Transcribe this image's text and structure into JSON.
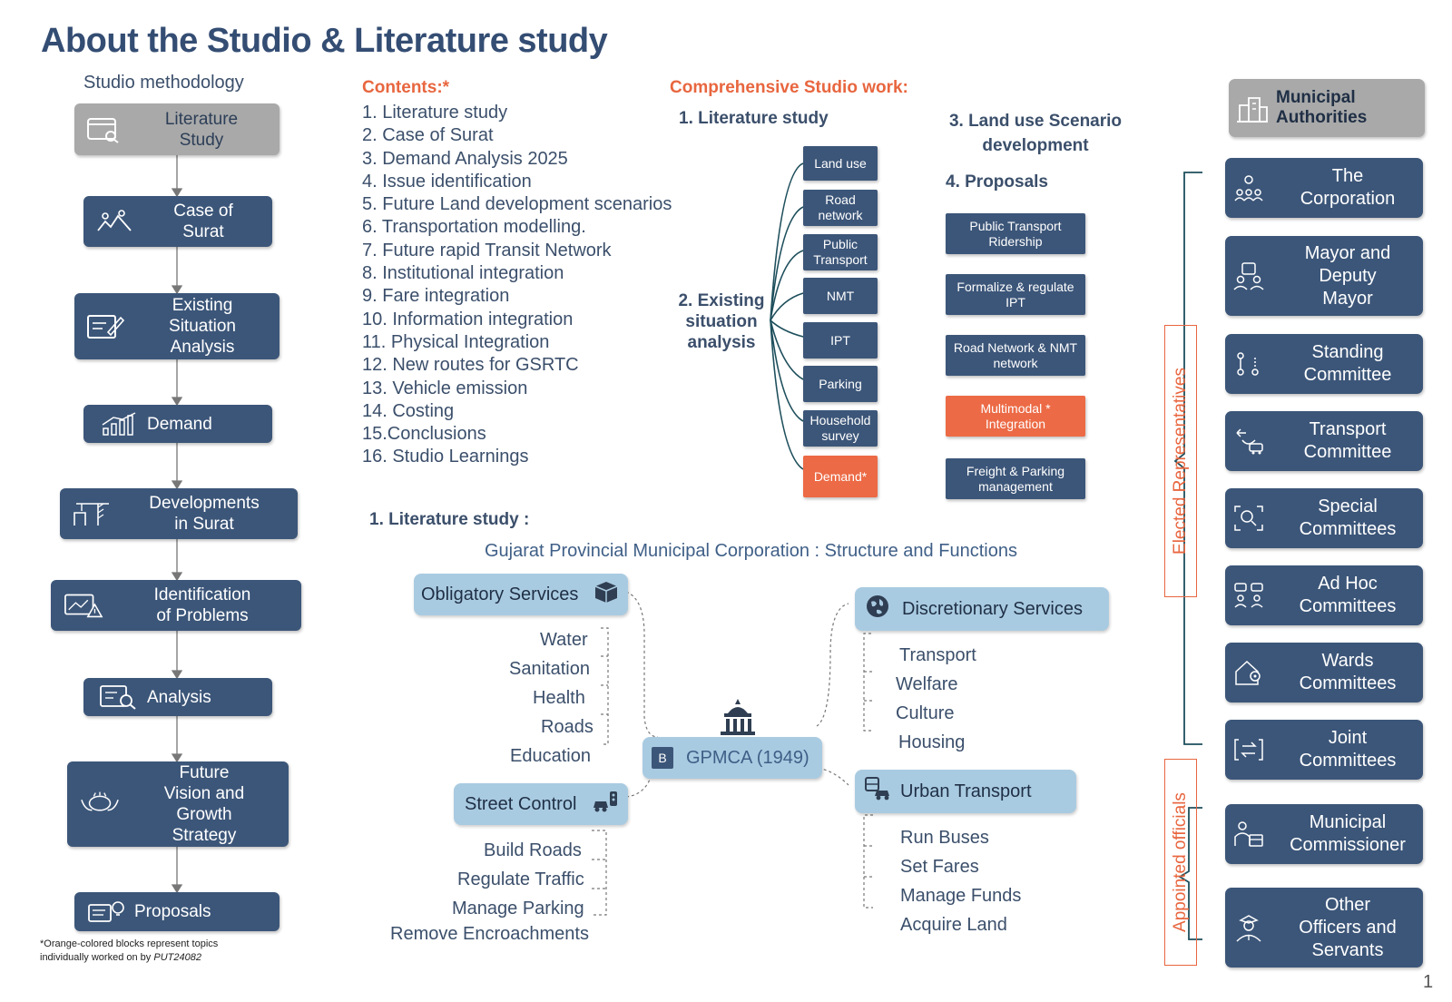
{
  "title": "About the Studio & Literature study",
  "methodology": {
    "heading": "Studio methodology",
    "steps": [
      {
        "label": "Literature\nStudy",
        "icon": "browser-search-icon"
      },
      {
        "label": "Case of\nSurat",
        "icon": "map-people-icon"
      },
      {
        "label": "Existing\nSituation\nAnalysis",
        "icon": "document-edit-icon"
      },
      {
        "label": "Demand",
        "icon": "bar-growth-icon"
      },
      {
        "label": "Developments\nin Surat",
        "icon": "construction-crane-icon"
      },
      {
        "label": "Identification\nof Problems",
        "icon": "warning-map-icon"
      },
      {
        "label": "Analysis",
        "icon": "analysis-search-icon"
      },
      {
        "label": "Future\nVision and\nGrowth\nStrategy",
        "icon": "vision-hands-icon"
      },
      {
        "label": "Proposals",
        "icon": "book-idea-icon"
      }
    ],
    "footnote_line1": "*Orange-colored blocks represent topics",
    "footnote_line2": "individually worked on by ",
    "footnote_id": "PUT24082"
  },
  "contents": {
    "heading": "Contents:*",
    "items": [
      "1. Literature study",
      "2. Case of Surat",
      "3. Demand Analysis 2025",
      "4. Issue identification",
      "5. Future Land development scenarios",
      "6. Transportation modelling.",
      "7. Future rapid Transit Network",
      "8. Institutional integration",
      "9. Fare integration",
      "10. Information integration",
      "11. Physical Integration",
      "12. New routes for GSRTC",
      "13. Vehicle emission",
      "14. Costing",
      "15.Conclusions",
      "16. Studio Learnings"
    ]
  },
  "studio_work": {
    "heading": "Comprehensive Studio work:",
    "lit_study": "1. Literature study",
    "existing": "2. Existing\nsituation\nanalysis",
    "landuse": "3. Land use Scenario\ndevelopment",
    "proposals_head": "4. Proposals",
    "existing_items": [
      "Land use",
      "Road\nnetwork",
      "Public\nTransport",
      "NMT",
      "IPT",
      "Parking",
      "Household\nsurvey",
      "Demand*"
    ],
    "proposal_items": [
      "Public Transport\nRidership",
      "Formalize & regulate\nIPT",
      "Road Network & NMT\nnetwork",
      "Multimodal *\nIntegration",
      "Freight & Parking\nmanagement"
    ]
  },
  "lit_section": {
    "heading": "1. Literature study :",
    "subtitle": "Gujarat Provincial Municipal Corporation : Structure and Functions",
    "center": "GPMCA (1949)",
    "center_badge": "B",
    "obligatory": {
      "label": "Obligatory Services",
      "items": [
        "Water",
        "Sanitation",
        "Health",
        "Roads",
        "Education"
      ]
    },
    "street": {
      "label": "Street Control",
      "items": [
        "Build Roads",
        "Regulate Traffic",
        "Manage Parking",
        "Remove Encroachments"
      ]
    },
    "discretionary": {
      "label": "Discretionary Services",
      "items": [
        "Transport",
        "Welfare",
        "Culture",
        "Housing"
      ]
    },
    "urban": {
      "label": "Urban Transport",
      "items": [
        "Run Buses",
        "Set Fares",
        "Manage Funds",
        "Acquire Land"
      ]
    }
  },
  "authorities": {
    "heading": "Municipal\nAuthorities",
    "elected_label": "Elected Representatives",
    "appointed_label": "Appointed officials",
    "elected": [
      {
        "label": "The\nCorporation",
        "icon": "people-idea-icon"
      },
      {
        "label": "Mayor and\nDeputy\nMayor",
        "icon": "mayor-icon"
      },
      {
        "label": "Standing\nCommittee",
        "icon": "nodes-icon"
      },
      {
        "label": "Transport\nCommittee",
        "icon": "transport-icon"
      },
      {
        "label": "Special\nCommittees",
        "icon": "focus-people-icon"
      },
      {
        "label": "Ad Hoc\nCommittees",
        "icon": "discussion-icon"
      },
      {
        "label": "Wards\nCommittees",
        "icon": "house-location-icon"
      },
      {
        "label": "Joint\nCommittees",
        "icon": "exchange-icon"
      }
    ],
    "appointed": [
      {
        "label": "Municipal\nCommissioner",
        "icon": "officer-desk-icon"
      },
      {
        "label": "Other\nOfficers and\nServants",
        "icon": "officer-cap-icon"
      }
    ]
  },
  "page_number": "1",
  "colors": {
    "navy": "#3c5679",
    "orange": "#ec6a45",
    "light_blue": "#a9cbe1",
    "grey": "#a9a9a9"
  }
}
